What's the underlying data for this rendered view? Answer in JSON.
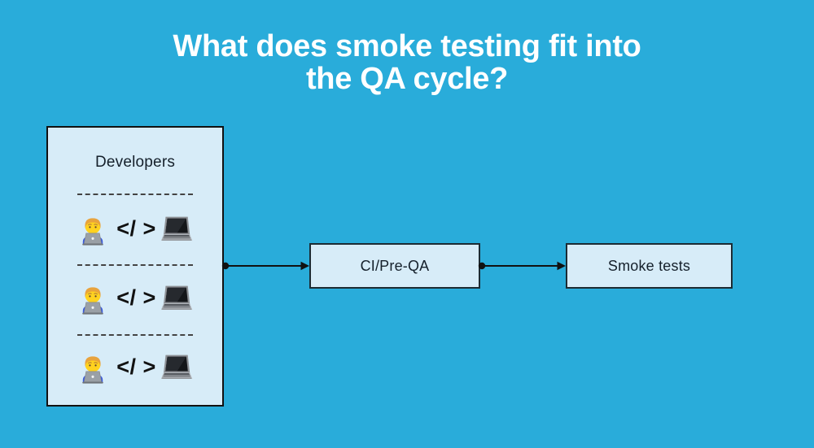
{
  "title": {
    "line1": "What does smoke testing fit into",
    "line2": "the QA cycle?"
  },
  "diagram": {
    "developers_box": {
      "label": "Developers",
      "rows": [
        {
          "left_icon": "man-technologist-icon",
          "code_text": "</ >",
          "right_icon": "laptop-icon"
        },
        {
          "left_icon": "man-technologist-icon",
          "code_text": "</ >",
          "right_icon": "laptop-icon"
        },
        {
          "left_icon": "man-technologist-icon",
          "code_text": "</ >",
          "right_icon": "laptop-icon"
        }
      ]
    },
    "ci_box": {
      "label": "CI/Pre-QA"
    },
    "smoke_box": {
      "label": "Smoke tests"
    },
    "connectors": [
      {
        "from": "developers-node",
        "to": "ci-pre-qa-node",
        "style": "dot-to-arrow"
      },
      {
        "from": "ci-pre-qa-node",
        "to": "smoke-tests-node",
        "style": "dot-to-arrow"
      }
    ]
  },
  "colors": {
    "background": "#29ACDA",
    "box_fill": "#D7ECF8",
    "box_border": "#111111",
    "node_border": "#1C2B33",
    "title_text": "#FFFFFF",
    "label_text": "#15202B",
    "connector": "#111111",
    "divider": "#444444"
  }
}
